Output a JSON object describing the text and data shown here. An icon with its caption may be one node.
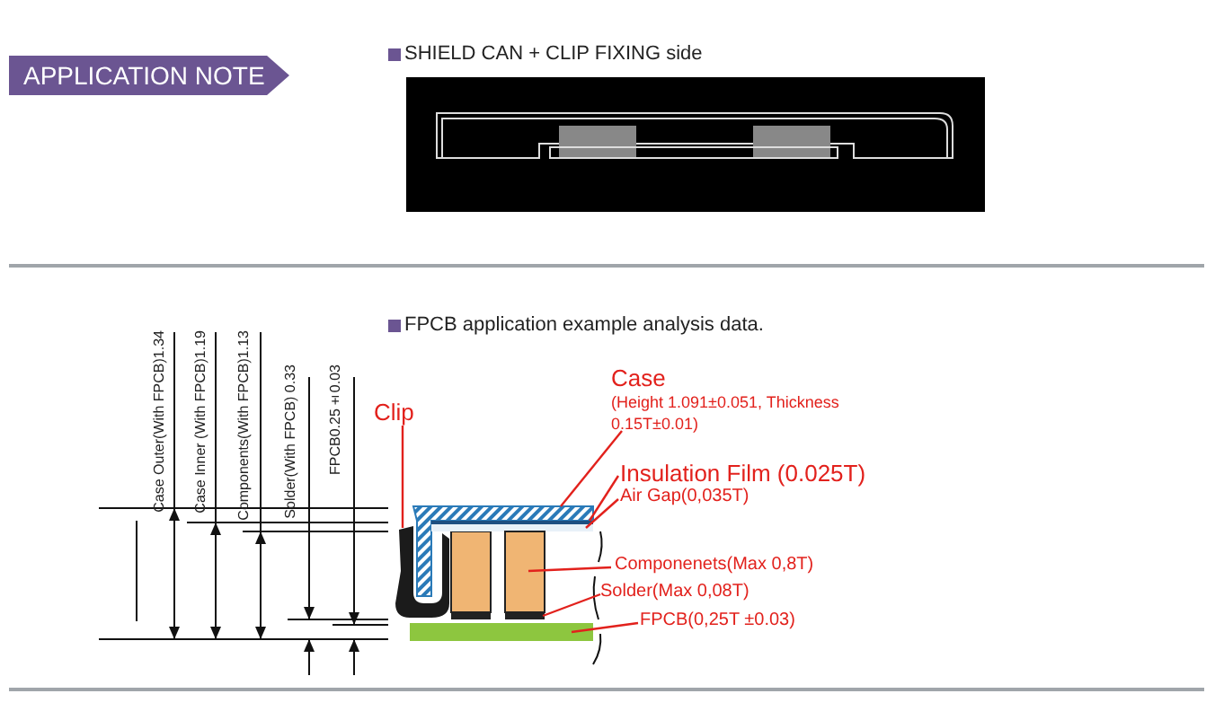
{
  "diagram": {
    "nodes": [
      {
        "text": [
          "Clip"
        ]
      },
      {
        "text": [],
        "shape": "picture"
      },
      {
        "text": [
          "Case",
          "(Height 1.091±0.051, Thickness 0.15T±0.01)"
        ]
      },
      {
        "text": [],
        "shape": "picture"
      },
      {
        "text": [
          "Insulation Film (0.025T)"
        ]
      },
      {
        "text": [],
        "shape": "bar"
      },
      {
        "text": [
          "Air Gap(0,035T)"
        ]
      },
      {
        "text": [],
        "shape": "bar"
      },
      {
        "text": [
          "Componenets(Max 0,8T)"
        ]
      },
      {
        "text": [],
        "shape": "box"
      },
      {
        "text": [
          "Solder(Max 0,08T)"
        ]
      },
      {
        "text": [],
        "shape": "bar"
      },
      {
        "text": [
          "FPCB(0,25T ±0.03)"
        ]
      },
      {
        "text": [],
        "shape": "bar"
      }
    ],
    "edges": [
      {
        "from": 0,
        "to": 1,
        "arrow": "none"
      },
      {
        "from": 2,
        "to": 3,
        "arrow": "none"
      },
      {
        "from": 4,
        "to": 5,
        "arrow": "none"
      },
      {
        "from": 6,
        "to": 7,
        "arrow": "none"
      },
      {
        "from": 8,
        "to": 9,
        "arrow": "none"
      },
      {
        "from": 10,
        "to": 11,
        "arrow": "none"
      },
      {
        "from": 12,
        "to": 13,
        "arrow": "none"
      }
    ],
    "labels": [
      "APPLICATION NOTE",
      "SHIELD CAN + CLIP FIXING side",
      "FPCB application example analysis data.",
      "Case Outer(With FPCB)1.34",
      "Case Inner (With FPCB)1.19",
      "Components(With FPCB)1.13",
      "Solder(With FPCB) 0.33",
      "FPCB0.25±0.03"
    ]
  }
}
